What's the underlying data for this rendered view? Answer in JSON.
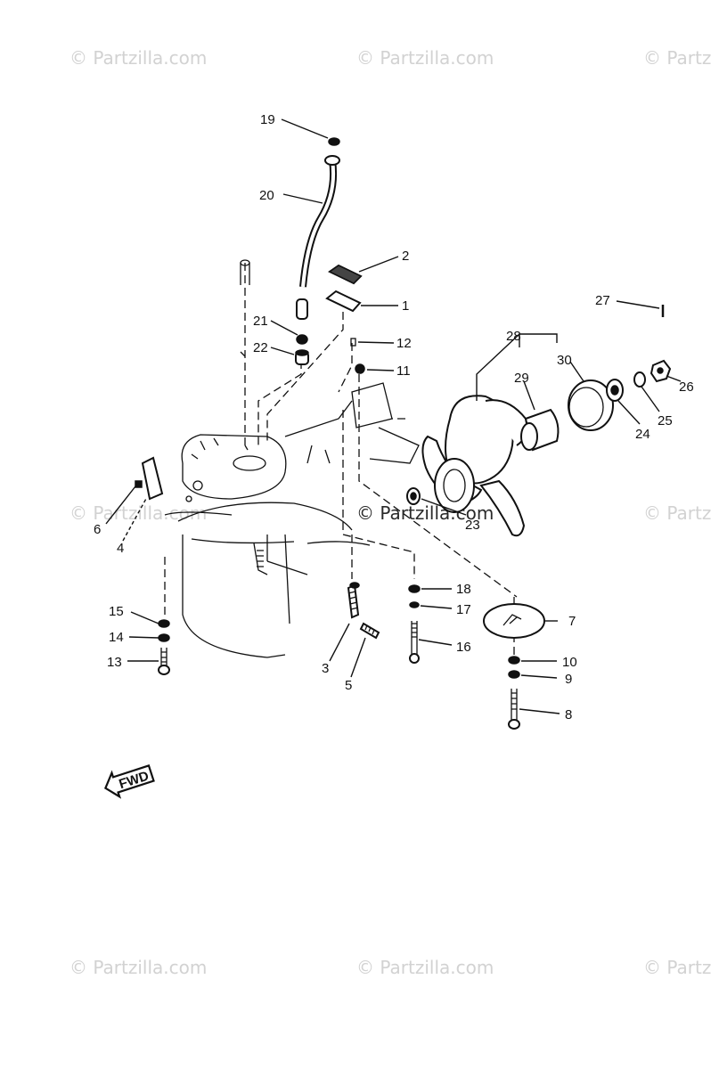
{
  "watermarks": {
    "text": "© Partzilla.com",
    "row1": [
      "© Partzilla.com",
      "© Partzilla.com",
      "© Partz"
    ],
    "row2_left": "© Partzilla.com",
    "row2_center": "© Partzilla.com",
    "row2_right": "© Partz",
    "row3": [
      "© Partzilla.com",
      "© Partzilla.com",
      "© Partz"
    ]
  },
  "callouts": {
    "c1": "1",
    "c2": "2",
    "c3": "3",
    "c4": "4",
    "c5": "5",
    "c6": "6",
    "c7": "7",
    "c8": "8",
    "c9": "9",
    "c10": "10",
    "c11": "11",
    "c12": "12",
    "c13": "13",
    "c14": "14",
    "c15": "15",
    "c16": "16",
    "c17": "17",
    "c18": "18",
    "c19": "19",
    "c20": "20",
    "c21": "21",
    "c22": "22",
    "c23": "23",
    "c24": "24",
    "c25": "25",
    "c26": "26",
    "c27": "27",
    "c28": "28",
    "c29": "29",
    "c30": "30"
  },
  "direction_badge": {
    "label": "FWD"
  }
}
